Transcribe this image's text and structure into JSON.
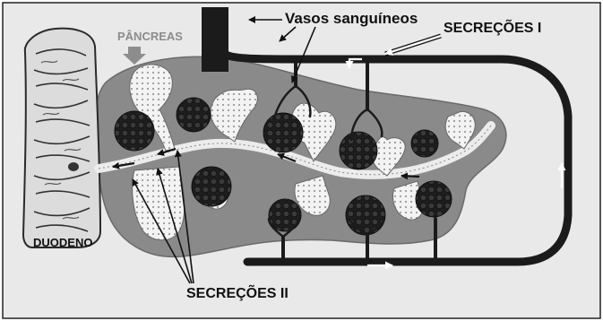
{
  "diagram": {
    "labels": {
      "blood_vessels": "Vasos sanguíneos",
      "secretions_1": "SECREÇÕES I",
      "pancreas": "PÂNCREAS",
      "duodenum": "DUODENO",
      "secretions_2": "SECREÇÕES II"
    },
    "colors": {
      "frame_background": "#e9e9e9",
      "pancreas_tissue": "#8a8a8a",
      "vessels": "#1b1b1b",
      "ducts": "#ececec",
      "acini_clusters": "#2a2a2a",
      "duodenum_wall": "#dcdcdc"
    }
  }
}
